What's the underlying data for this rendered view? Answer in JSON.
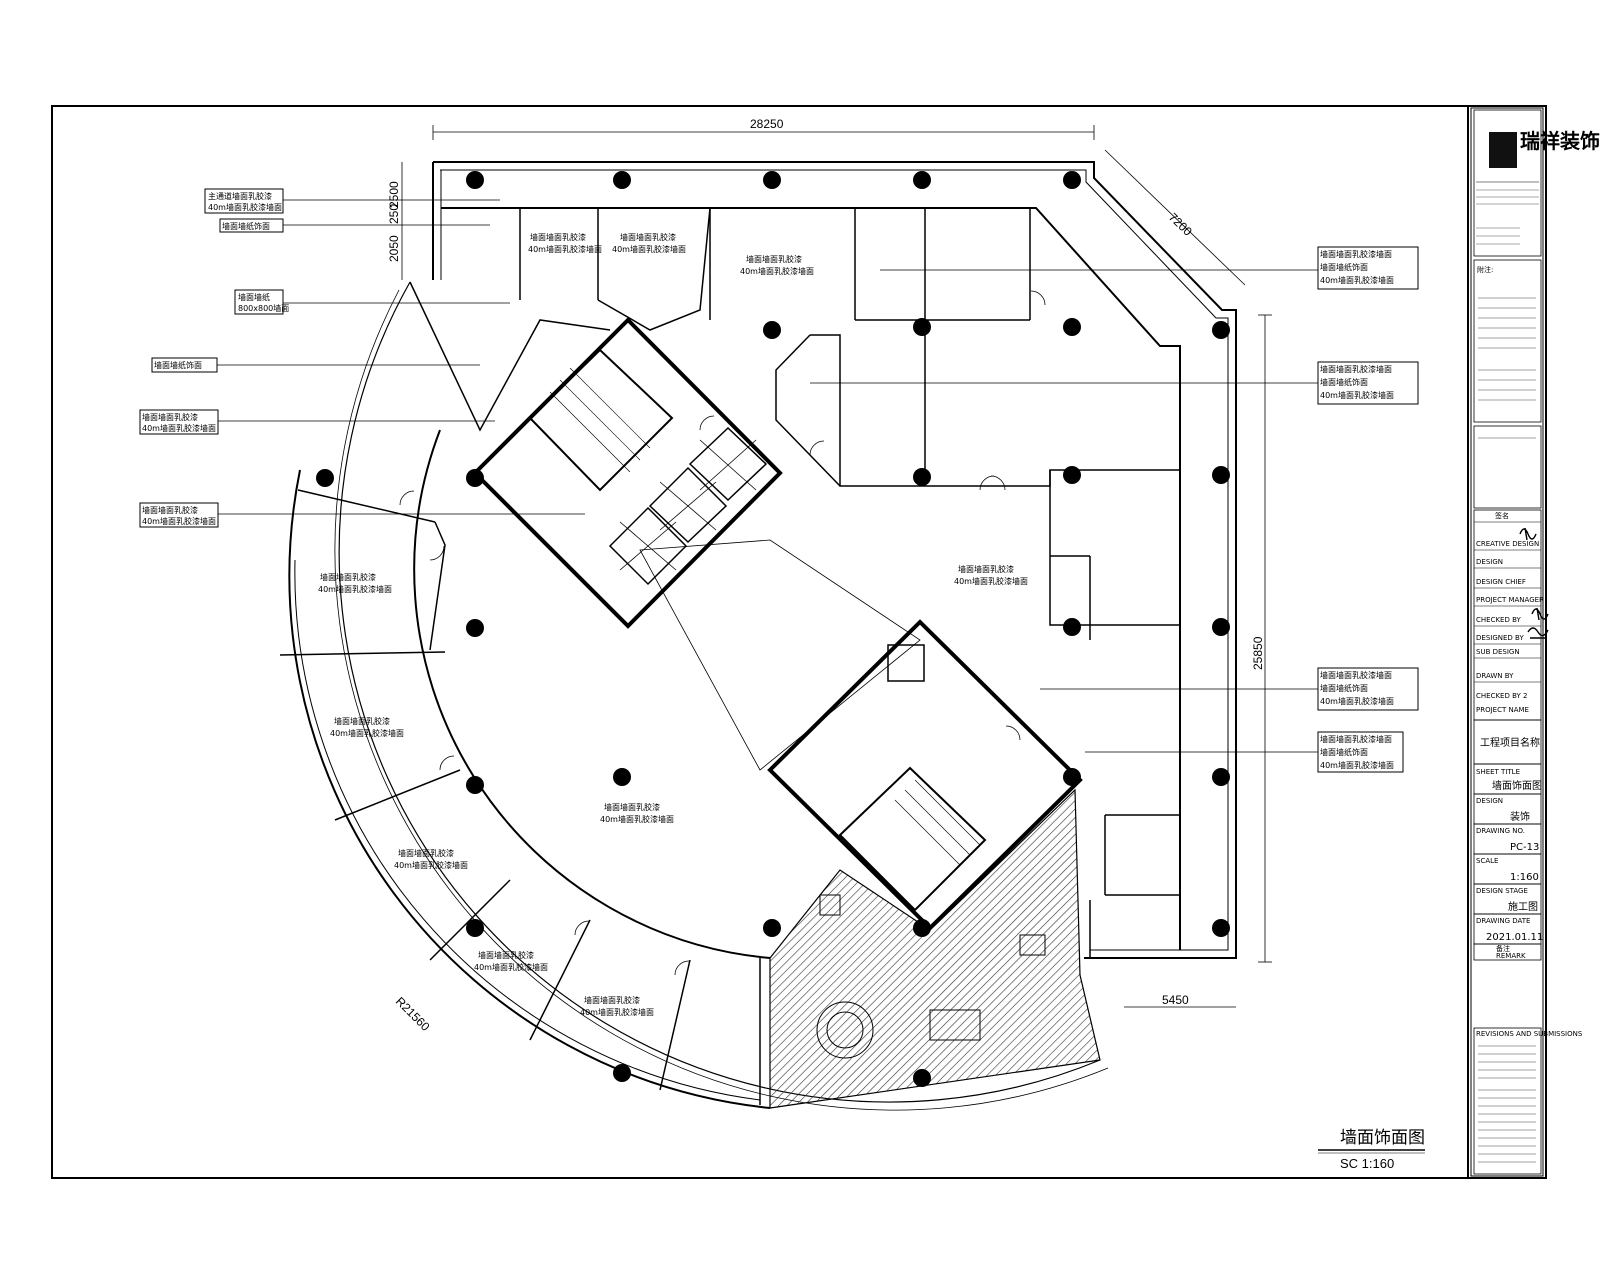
{
  "drawing": {
    "title": "墙面饰面图",
    "scale": "SC 1:160"
  },
  "dimensions": {
    "top_width": "28250",
    "diagonal_top_right": "7200",
    "right_height": "25850",
    "left_block_2": "2500",
    "left_block_1": "250",
    "left_block_0": "2050",
    "bottom_right": "5450",
    "arc_radius": "R21560"
  },
  "labels": {
    "l1": "主通道墙面乳胶漆",
    "l1b": "40m墙面乳胶漆墙面",
    "l2": "墙面墙纸饰面",
    "l3": "墙面墙纸",
    "l3b": "800x800墙面",
    "l4": "墙面墙纸饰面",
    "l5": "墙面墙面乳胶漆",
    "l5b": "40m墙面乳胶漆墙面",
    "l6": "墙面墙面乳胶漆",
    "l6b": "40m墙面乳胶漆墙面",
    "r1": "墙面墙面乳胶漆墙面",
    "r1b": "墙面墙纸饰面",
    "r1c": "40m墙面乳胶漆墙面",
    "r2": "墙面墙面乳胶漆墙面",
    "r2b": "墙面墙纸饰面",
    "r2c": "40m墙面乳胶漆墙面",
    "r3": "墙面墙面乳胶漆墙面",
    "r3b": "墙面墙纸饰面",
    "r3c": "40m墙面乳胶漆墙面",
    "r4": "墙面墙面乳胶漆墙面",
    "r4b": "墙面墙纸饰面",
    "r4c": "40m墙面乳胶漆墙面"
  },
  "rooms": {
    "room_a": "墙面墙面乳胶漆",
    "room_a2": "40m墙面乳胶漆墙面",
    "room_b": "墙面墙面乳胶漆",
    "room_b2": "40m墙面乳胶漆墙面",
    "room_c": "墙面墙面乳胶漆",
    "room_c2": "40m墙面乳胶漆墙面",
    "room_d": "墙面墙面乳胶漆",
    "room_d2": "40m墙面乳胶漆墙面",
    "room_e": "墙面墙面乳胶漆",
    "room_e2": "40m墙面乳胶漆墙面",
    "room_f": "墙面墙面乳胶漆",
    "room_f2": "40m墙面乳胶漆墙面",
    "room_g": "墙面墙面乳胶漆",
    "room_g2": "40m墙面乳胶漆墙面",
    "room_h": "墙面墙面乳胶漆",
    "room_h2": "40m墙面乳胶漆墙面",
    "hall": "墙面墙面乳胶漆",
    "hall2": "40m墙面乳胶漆墙面",
    "office": "墙面墙面乳胶漆",
    "office2": "40m墙面乳胶漆墙面"
  },
  "titleblock": {
    "company": "瑞祥装饰",
    "notes_header": "附注:",
    "sig_header": "签名",
    "creative_design": "CREATIVE DESIGN",
    "design": "DESIGN",
    "design_chief": "DESIGN CHIEF",
    "project_manager": "PROJECT MANAGER",
    "checked_by": "CHECKED BY",
    "designed_by": "DESIGNED BY",
    "sub_header": "SUB DESIGN",
    "drawn_by": "DRAWN BY",
    "checked_by_2": "CHECKED BY 2",
    "project_name_label": "PROJECT NAME",
    "project_name": "工程项目名称",
    "sheet_title_label": "SHEET TITLE",
    "sheet_title": "墙面饰面图",
    "design_label": "DESIGN",
    "design_value": "装饰",
    "drawing_no_label": "DRAWING NO.",
    "drawing_no": "PC-13",
    "scale_label": "SCALE",
    "scale_value": "1:160",
    "stage_label": "DESIGN STAGE",
    "stage_value": "施工图",
    "date_label": "DRAWING DATE",
    "date_value": "2021.01.11",
    "remark_label": "备注",
    "remark_en": "REMARK",
    "revisions": "REVISIONS AND SUBMISSIONS"
  }
}
